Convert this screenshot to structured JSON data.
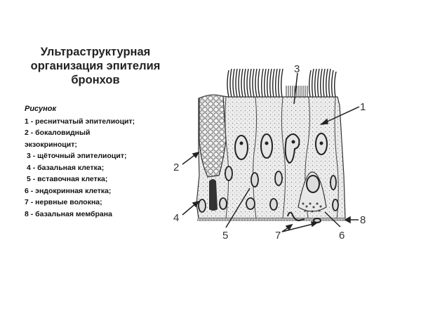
{
  "slide": {
    "title_lines": [
      "Ультраструктурная",
      "организация эпителия",
      "бронхов"
    ],
    "legend": {
      "caption": "Рисунок",
      "items": [
        "1 - реснитчатый эпителиоцит;",
        "2 - бокаловидный",
        "экзокриноцит;",
        " 3 - щёточный эпителиоцит;",
        " 4 - базальная клетка;",
        " 5 - вставочная клетка;",
        "6 - эндокринная клетка;",
        "7 - нервные волокна;",
        "8 - базальная мембрана"
      ]
    },
    "diagram": {
      "labels": {
        "l1": "1",
        "l2": "2",
        "l3": "3",
        "l4": "4",
        "l5": "5",
        "l6": "6",
        "l7": "7",
        "l8": "8"
      }
    }
  }
}
